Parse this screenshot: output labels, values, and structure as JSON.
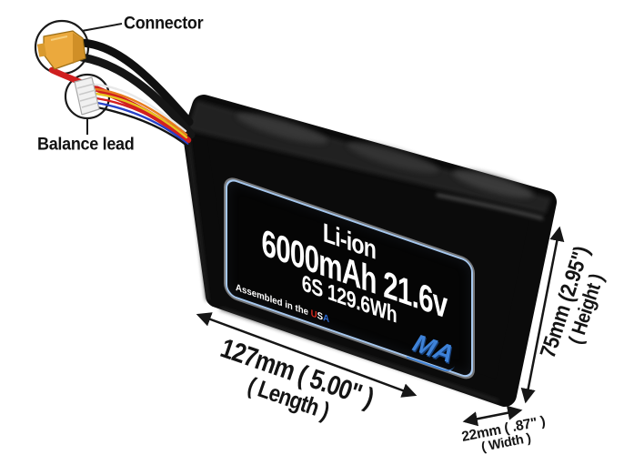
{
  "callouts": {
    "connector_label": "Connector",
    "balance_label": "Balance lead"
  },
  "battery_label": {
    "line1": "Li-ion",
    "line2": "6000mAh 21.6v",
    "line3": "6S 129.6Wh",
    "assembled_prefix": "Assembled in the ",
    "usa_u": "U",
    "usa_s": "S",
    "usa_a": "A",
    "logo_text": "MA"
  },
  "dimensions": {
    "length": {
      "value": "127mm ( 5.00\" )",
      "label": "( Length )"
    },
    "height": {
      "value": "75mm (2.95\")",
      "label": "( Height )"
    },
    "width": {
      "value": "22mm ( .87\" )",
      "label": "( Width )"
    }
  },
  "colors": {
    "label_border_blue": "#a6c8ef",
    "usa_red": "#d92b1f",
    "usa_blue": "#2f6fd8",
    "logo_blue": "#3e82d8",
    "xt60_yellow": "#eba93d",
    "wire_red": "#cf1f1f",
    "battery_black": "#0b0b0b"
  }
}
